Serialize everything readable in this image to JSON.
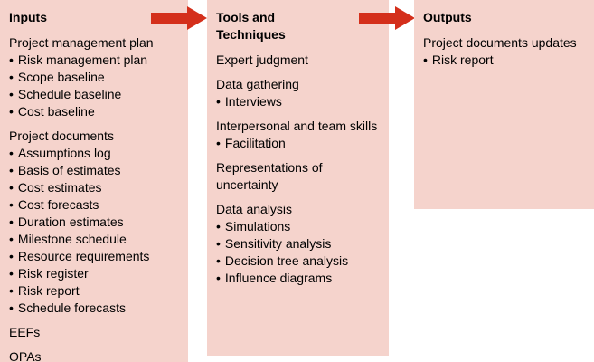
{
  "bullet_char": "•",
  "colors": {
    "column_bg": "#f5d3cc",
    "arrow": "#d42f1b",
    "text": "#000000",
    "page_bg": "#ffffff"
  },
  "columns": [
    {
      "title": "Inputs",
      "groups": [
        {
          "header": "Project management plan",
          "items": [
            "Risk management plan",
            "Scope baseline",
            "Schedule baseline",
            "Cost baseline"
          ]
        },
        {
          "header": "Project documents",
          "items": [
            "Assumptions log",
            "Basis of estimates",
            "Cost estimates",
            "Cost forecasts",
            "Duration estimates",
            "Milestone schedule",
            "Resource requirements",
            "Risk register",
            "Risk report",
            "Schedule forecasts"
          ]
        },
        {
          "header": "EEFs",
          "items": []
        },
        {
          "header": "OPAs",
          "items": []
        }
      ]
    },
    {
      "title": "Tools and\nTechniques",
      "groups": [
        {
          "header": "Expert judgment",
          "items": []
        },
        {
          "header": "Data gathering",
          "items": [
            "Interviews"
          ]
        },
        {
          "header": "Interpersonal and team skills",
          "items": [
            "Facilitation"
          ]
        },
        {
          "header": "Representations of uncertainty",
          "items": []
        },
        {
          "header": "Data analysis",
          "items": [
            "Simulations",
            "Sensitivity analysis",
            "Decision tree analysis",
            "Influence diagrams"
          ]
        }
      ]
    },
    {
      "title": "Outputs",
      "groups": [
        {
          "header": "Project documents updates",
          "items": [
            "Risk report"
          ]
        }
      ]
    }
  ]
}
